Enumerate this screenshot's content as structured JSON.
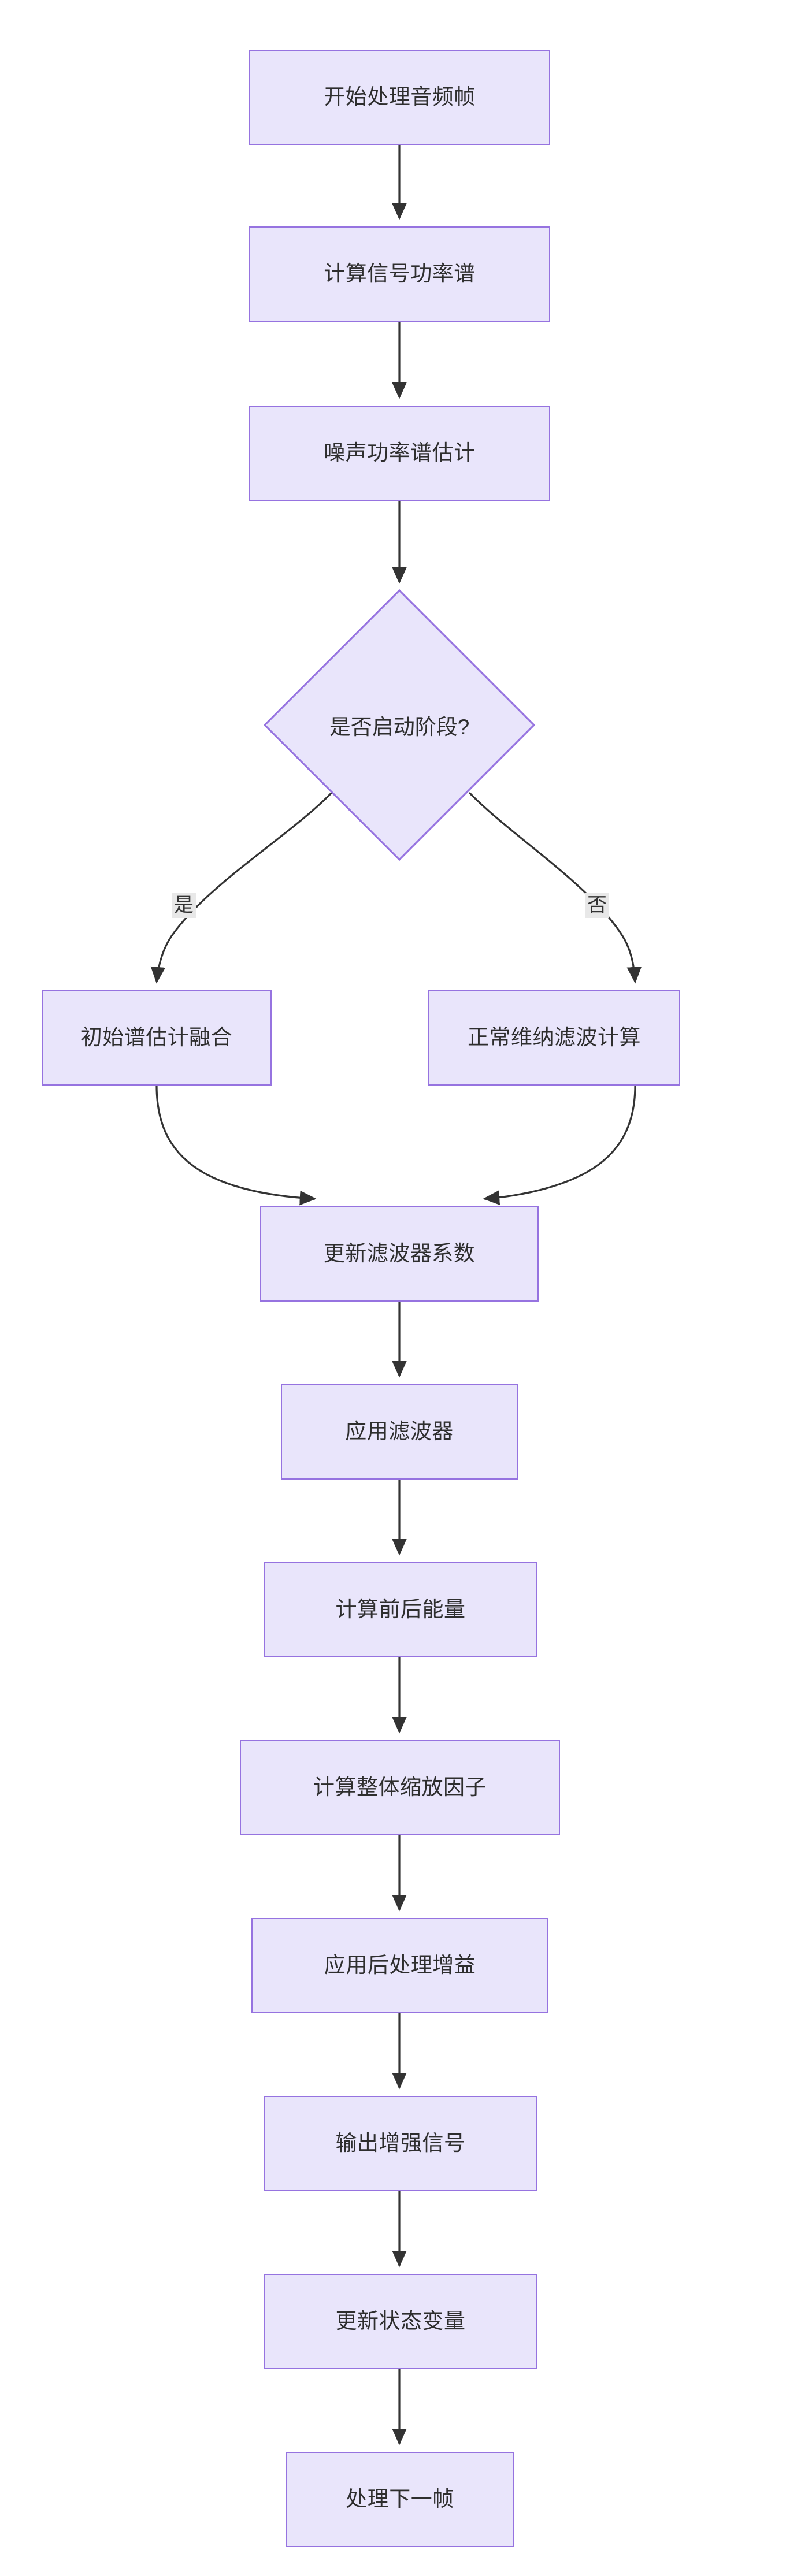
{
  "diagram": {
    "type": "flowchart",
    "direction": "top-to-bottom",
    "colors": {
      "node_fill": "#e9e5fb",
      "node_border": "#9673e0",
      "node_text": "#2e2e2e",
      "edge_stroke": "#333333",
      "edge_label_background": "#e8e8e8",
      "canvas_background": "#ffffff"
    },
    "nodes": [
      {
        "id": "start",
        "shape": "rect",
        "label": "开始处理音频帧"
      },
      {
        "id": "power_spec",
        "shape": "rect",
        "label": "计算信号功率谱"
      },
      {
        "id": "noise_est",
        "shape": "rect",
        "label": "噪声功率谱估计"
      },
      {
        "id": "is_startup",
        "shape": "diamond",
        "label": "是否启动阶段?"
      },
      {
        "id": "init_fusion",
        "shape": "rect",
        "label": "初始谱估计融合"
      },
      {
        "id": "wiener_calc",
        "shape": "rect",
        "label": "正常维纳滤波计算"
      },
      {
        "id": "update_coef",
        "shape": "rect",
        "label": "更新滤波器系数"
      },
      {
        "id": "apply_filter",
        "shape": "rect",
        "label": "应用滤波器"
      },
      {
        "id": "calc_energy",
        "shape": "rect",
        "label": "计算前后能量"
      },
      {
        "id": "calc_scale",
        "shape": "rect",
        "label": "计算整体缩放因子"
      },
      {
        "id": "post_gain",
        "shape": "rect",
        "label": "应用后处理增益"
      },
      {
        "id": "output",
        "shape": "rect",
        "label": "输出增强信号"
      },
      {
        "id": "update_state",
        "shape": "rect",
        "label": "更新状态变量"
      },
      {
        "id": "next_frame",
        "shape": "rect",
        "label": "处理下一帧"
      }
    ],
    "edge_labels": {
      "yes": "是",
      "no": "否"
    },
    "edges": [
      {
        "from": "start",
        "to": "power_spec",
        "label": ""
      },
      {
        "from": "power_spec",
        "to": "noise_est",
        "label": ""
      },
      {
        "from": "noise_est",
        "to": "is_startup",
        "label": ""
      },
      {
        "from": "is_startup",
        "to": "init_fusion",
        "label": "是"
      },
      {
        "from": "is_startup",
        "to": "wiener_calc",
        "label": "否"
      },
      {
        "from": "init_fusion",
        "to": "update_coef",
        "label": ""
      },
      {
        "from": "wiener_calc",
        "to": "update_coef",
        "label": ""
      },
      {
        "from": "update_coef",
        "to": "apply_filter",
        "label": ""
      },
      {
        "from": "apply_filter",
        "to": "calc_energy",
        "label": ""
      },
      {
        "from": "calc_energy",
        "to": "calc_scale",
        "label": ""
      },
      {
        "from": "calc_scale",
        "to": "post_gain",
        "label": ""
      },
      {
        "from": "post_gain",
        "to": "output",
        "label": ""
      },
      {
        "from": "output",
        "to": "update_state",
        "label": ""
      },
      {
        "from": "update_state",
        "to": "next_frame",
        "label": ""
      }
    ]
  }
}
